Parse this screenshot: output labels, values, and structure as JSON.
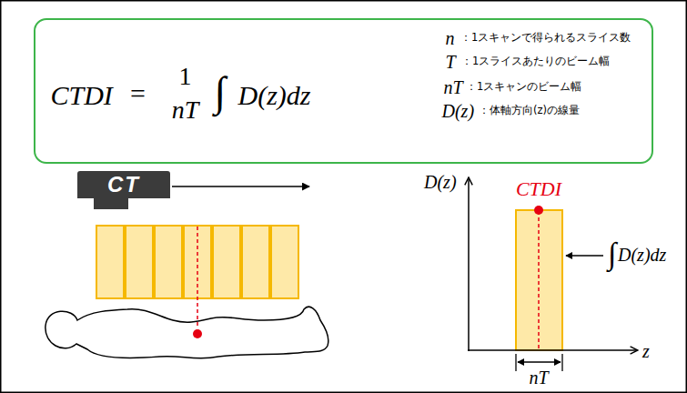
{
  "diagram": {
    "nodes": [
      {
        "text": [
          "CTDI",
          "=",
          "1",
          "nT",
          "∫",
          "D(z)dz",
          "n",
          "：1スキャンで得られるスライス数",
          "T",
          "：1スライスあたりのビーム幅",
          "nT",
          "：1スキャンのビーム幅",
          "D(z)",
          "：体軸方向(z)の線量"
        ]
      },
      {
        "text": [
          "CT"
        ]
      }
    ],
    "labels": [
      "D(z)",
      "CTDI",
      "∫",
      "D(z)dz",
      "z",
      "nT"
    ]
  }
}
